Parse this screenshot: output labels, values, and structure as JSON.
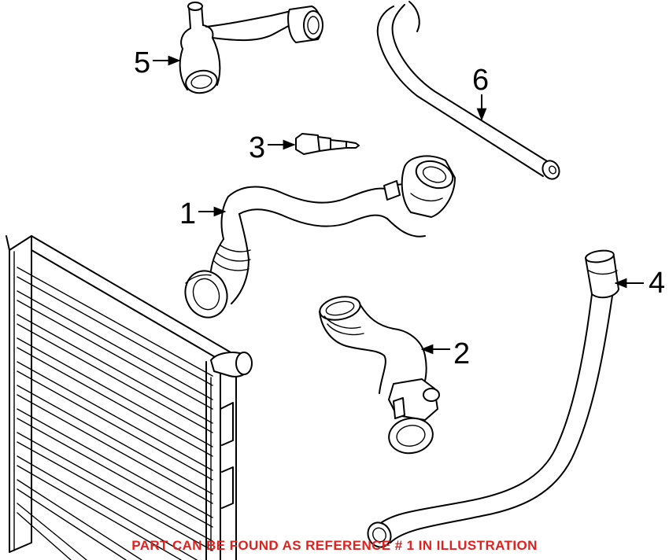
{
  "callouts": {
    "part_1": "1",
    "part_2": "2",
    "part_3": "3",
    "part_4": "4",
    "part_5": "5",
    "part_6": "6"
  },
  "footer_note": "PART CAN BE FOUND AS REFERENCE # 1 IN ILLUSTRATION",
  "colors": {
    "footer_note": "#e0211f",
    "line_art": "#000000",
    "background": "#ffffff"
  }
}
